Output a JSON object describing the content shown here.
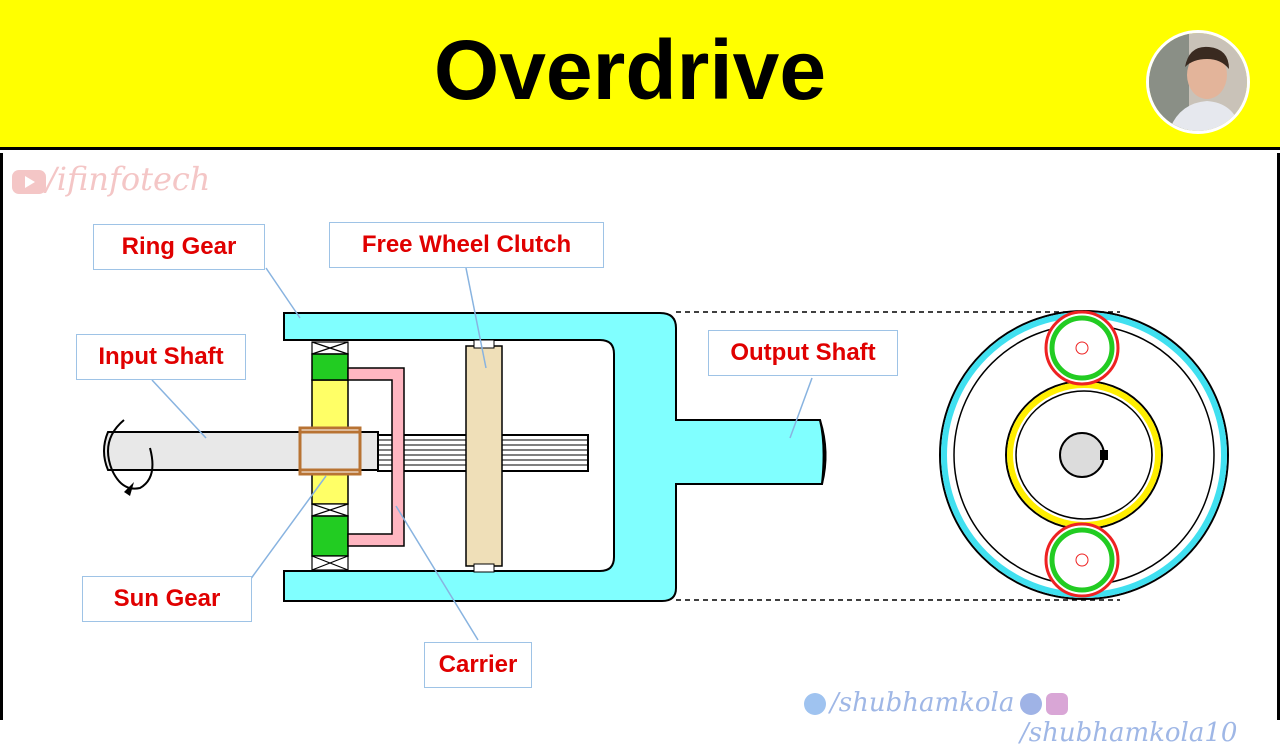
{
  "title": "Overdrive",
  "watermark": "/ifinfotech",
  "labels": {
    "ring_gear": "Ring Gear",
    "free_wheel_clutch": "Free Wheel Clutch",
    "input_shaft": "Input Shaft",
    "output_shaft": "Output Shaft",
    "sun_gear": "Sun Gear",
    "carrier": "Carrier"
  },
  "footer": {
    "twitter": "/shubhamkola",
    "social": "/shubhamkola10"
  },
  "colors": {
    "header_bg": "#ffff00",
    "housing": "#80ffff",
    "sun_gear": "#ffff66",
    "planet": "#22cc22",
    "carrier": "#ffb6c1",
    "clutch": "#efdfb8",
    "label_text": "#e00000"
  }
}
